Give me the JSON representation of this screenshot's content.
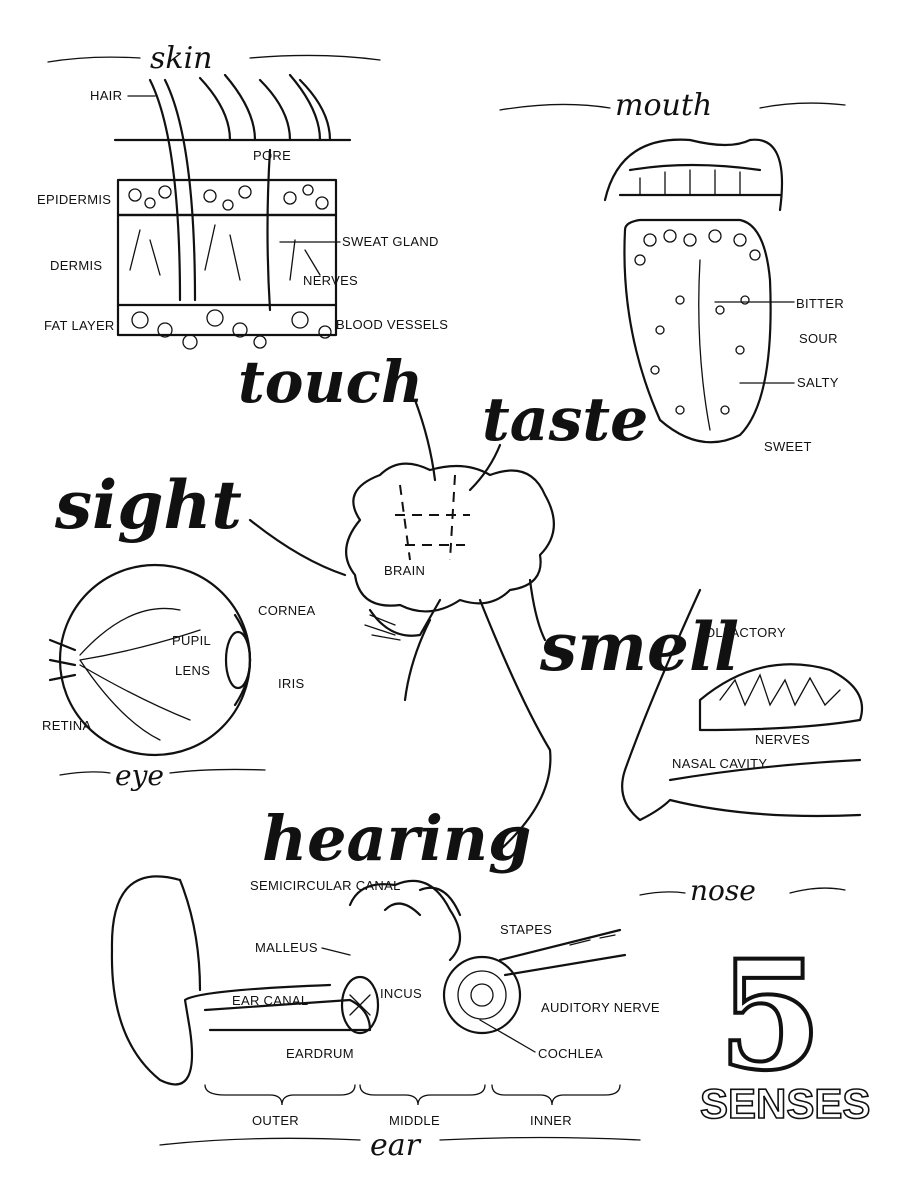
{
  "title": {
    "number": "5",
    "word": "SENSES"
  },
  "senses": {
    "touch": "touch",
    "taste": "taste",
    "sight": "sight",
    "smell": "smell",
    "hearing": "hearing"
  },
  "brain_label": "BRAIN",
  "skin": {
    "heading": "skin",
    "labels": {
      "hair": "HAIR",
      "pore": "PORE",
      "epidermis": "EPIDERMIS",
      "dermis": "DERMIS",
      "fat_layer": "FAT LAYER",
      "sweat_gland": "SWEAT GLAND",
      "nerves": "NERVES",
      "blood_vessels": "BLOOD VESSELS"
    }
  },
  "mouth": {
    "heading": "mouth",
    "labels": {
      "bitter": "BITTER",
      "sour": "SOUR",
      "salty": "SALTY",
      "sweet": "SWEET"
    }
  },
  "eye": {
    "heading": "eye",
    "labels": {
      "cornea": "CORNEA",
      "pupil": "PUPIL",
      "lens": "LENS",
      "iris": "IRIS",
      "retina": "RETINA"
    }
  },
  "nose": {
    "heading": "nose",
    "labels": {
      "olfactory": "OLFACTORY",
      "nerves": "NERVES",
      "nasal_cavity": "NASAL CAVITY"
    }
  },
  "ear": {
    "heading": "ear",
    "labels": {
      "semicircular_canal": "SEMICIRCULAR CANAL",
      "stapes": "STAPES",
      "malleus": "MALLEUS",
      "ear_canal": "EAR CANAL",
      "incus": "INCUS",
      "auditory_nerve": "AUDITORY NERVE",
      "eardrum": "EARDRUM",
      "cochlea": "COCHLEA",
      "outer": "OUTER",
      "middle": "MIDDLE",
      "inner": "INNER"
    }
  }
}
